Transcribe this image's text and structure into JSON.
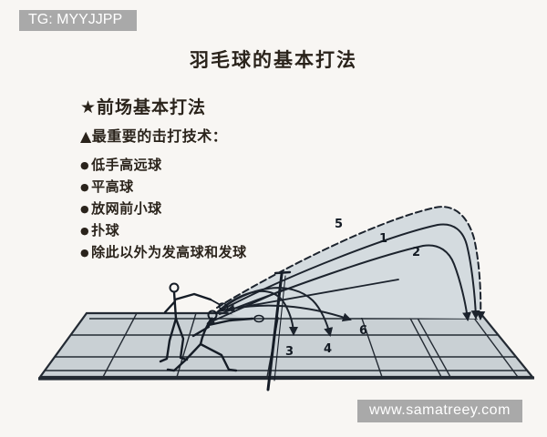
{
  "watermarks": {
    "top": "TG: MYYJJPP",
    "bottom": "www.samatreey.com"
  },
  "title": "羽毛球的基本打法",
  "notes": {
    "heading1": "★前场基本打法",
    "heading2": "▲最重要的击打技术：",
    "bullet_glyph": "●",
    "bullets": [
      "低手高远球",
      "平高球",
      "放网前小球",
      "扑球",
      "除此以外为发高球和发球"
    ]
  },
  "diagram": {
    "trajectory_labels": {
      "t1": "1",
      "t2": "2",
      "t3": "3",
      "t4": "4",
      "t5": "5",
      "t6": "6"
    },
    "colors": {
      "background": "#f8f6f3",
      "badge_bg": "#a9a9a9",
      "badge_text": "#ffffff",
      "text": "#2a231b",
      "court_fill": "#c9d0d4",
      "zone_fill": "#d4dbdf",
      "line": "#1c232d"
    }
  }
}
